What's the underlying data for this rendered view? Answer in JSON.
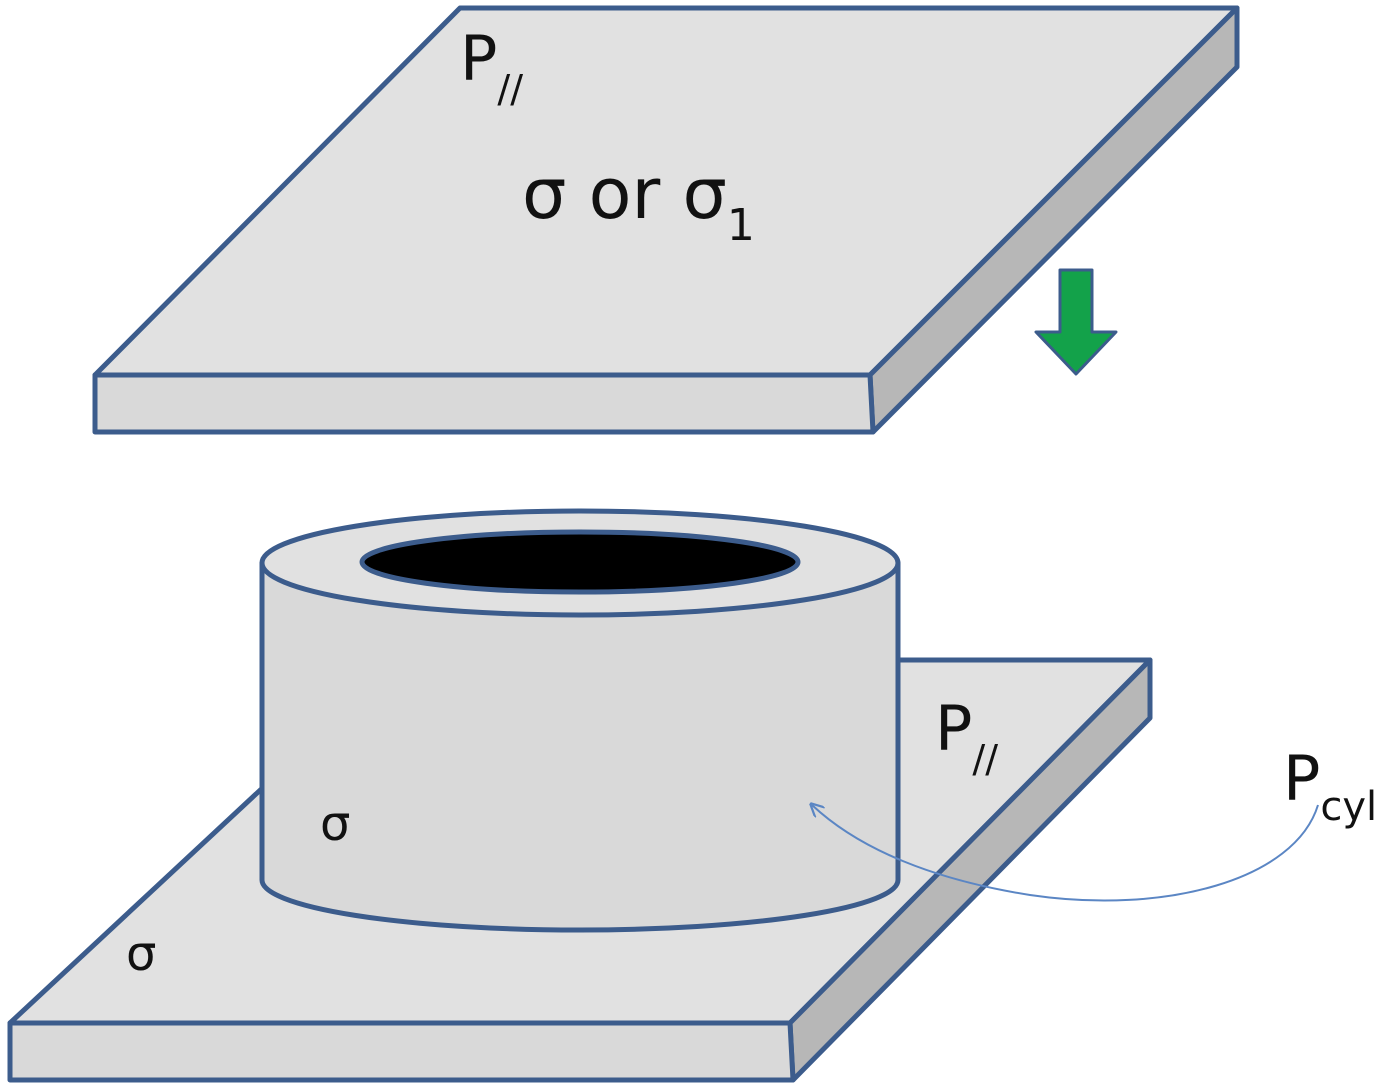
{
  "colors": {
    "plate_top": "#e1e1e1",
    "plate_front": "#d9d9d9",
    "plate_side": "#b7b7b7",
    "edge": "#3c5c8c",
    "hole": "#000000",
    "arrow": "#13a24a",
    "pointer": "#5b86c4"
  },
  "icons": {
    "load_arrow": "arrow-down-icon",
    "pointer": "curved-arrow-icon"
  },
  "top_plate": {
    "pressure_label": "P",
    "pressure_subscript": "//",
    "stress_label": "σ or σ",
    "stress_subscript": "1"
  },
  "cylinder": {
    "stress_label": "σ"
  },
  "bottom_plate": {
    "pressure_label": "P",
    "pressure_subscript": "//",
    "stress_label": "σ"
  },
  "cylinder_pressure": {
    "label": "P",
    "subscript": "cyl"
  }
}
